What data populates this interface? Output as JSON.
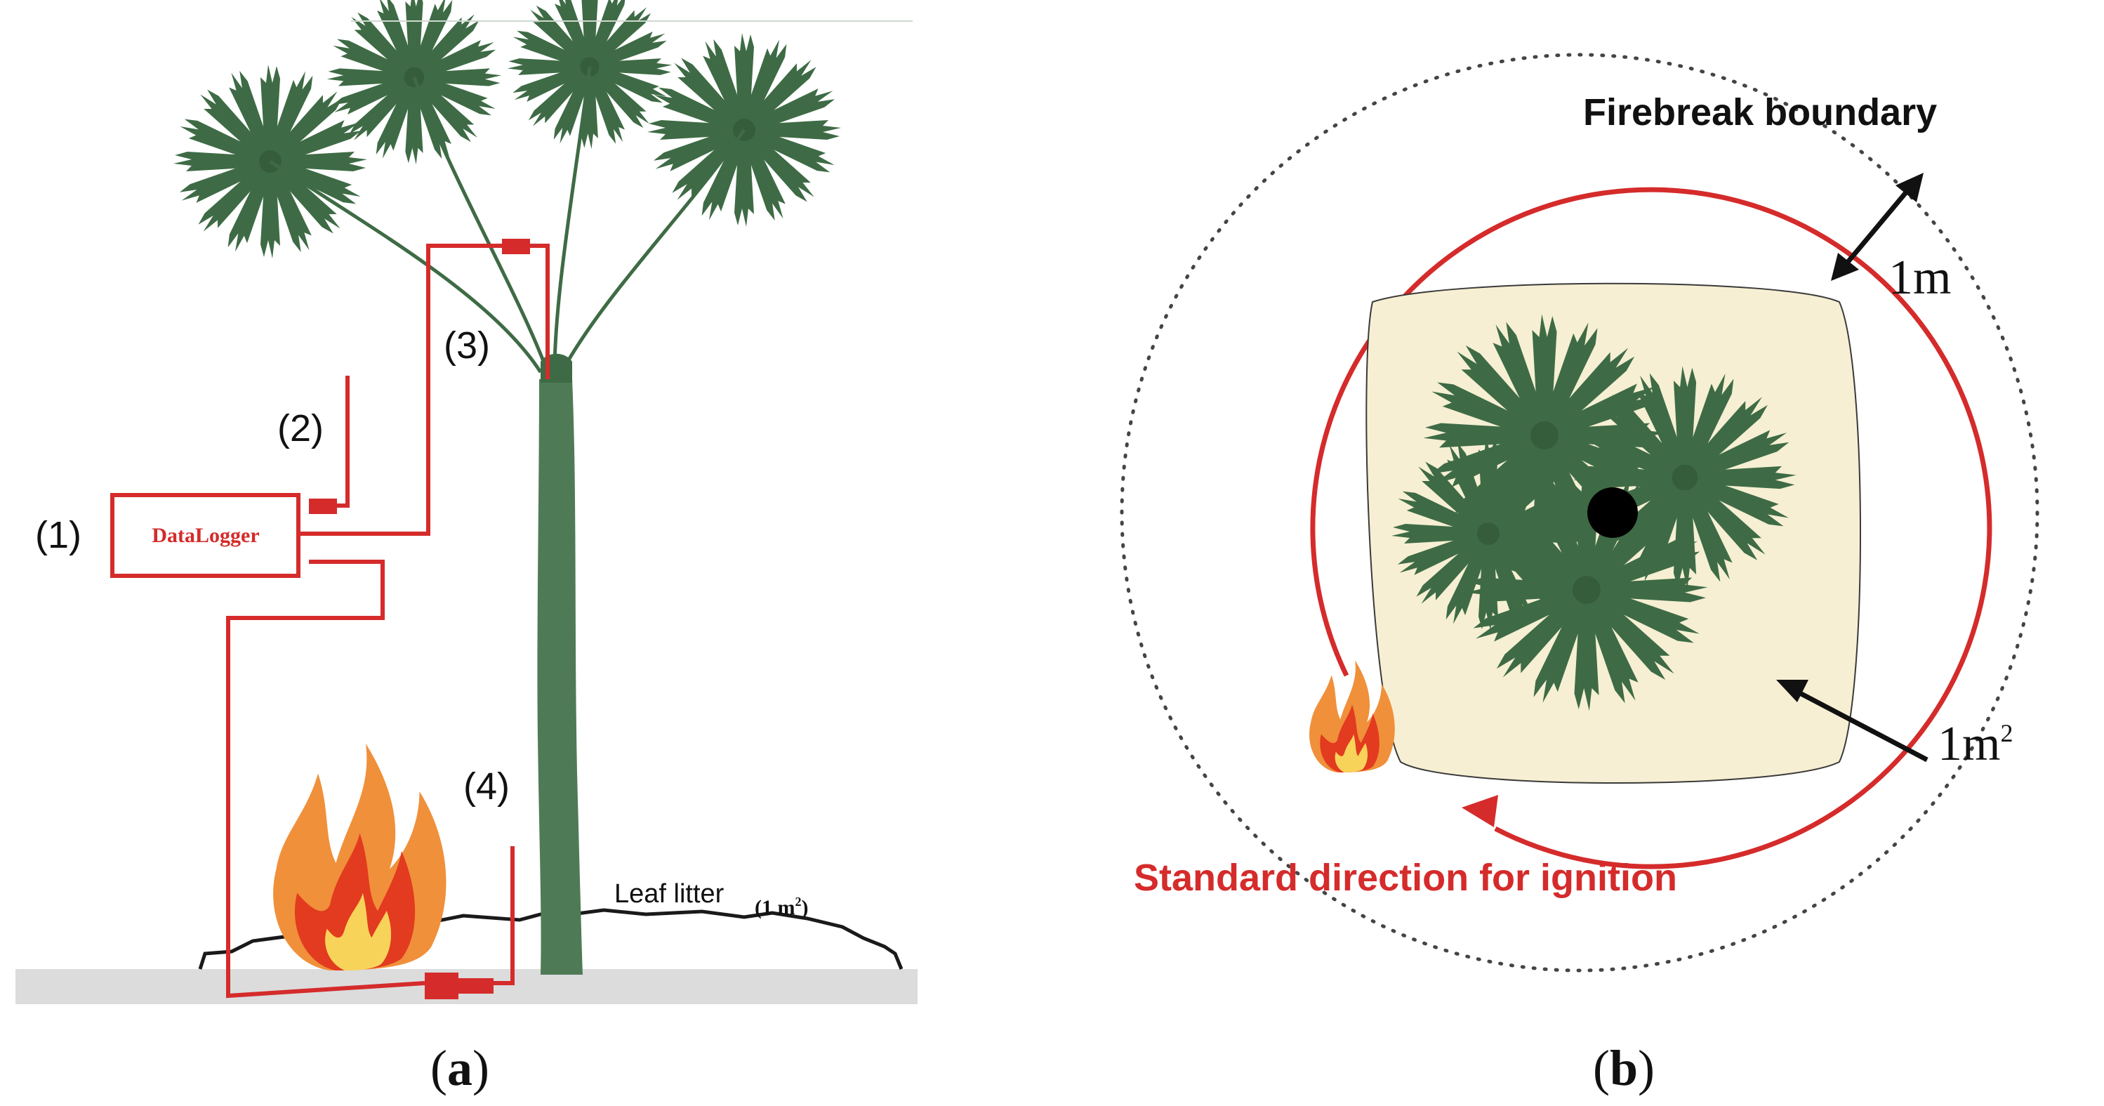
{
  "panel_a": {
    "caption_open": "(",
    "caption_letter": "a",
    "caption_close": ")",
    "label_1": "(1)",
    "label_2": "(2)",
    "label_3": "(3)",
    "label_4": "(4)",
    "datalogger": "DataLogger",
    "leaf_litter": "Leaf litter",
    "area_base": "(1 m",
    "area_sup": "2",
    "area_close": ")"
  },
  "panel_b": {
    "caption_open": "(",
    "caption_letter": "b",
    "caption_close": ")",
    "firebreak": "Firebreak boundary",
    "dist_label": "1m",
    "area_base": "1m",
    "area_sup": "2",
    "ignition": "Standard direction for ignition"
  },
  "colors": {
    "wire_red": "#d52b2b",
    "palm_green": "#3e6b45",
    "trunk_green": "#4f7a56",
    "plot_fill": "#f6efd3",
    "ground_gray": "#dcdcdc",
    "flame_orange": "#f0903a",
    "flame_red": "#e23b1f",
    "flame_yellow": "#f8d35a"
  }
}
